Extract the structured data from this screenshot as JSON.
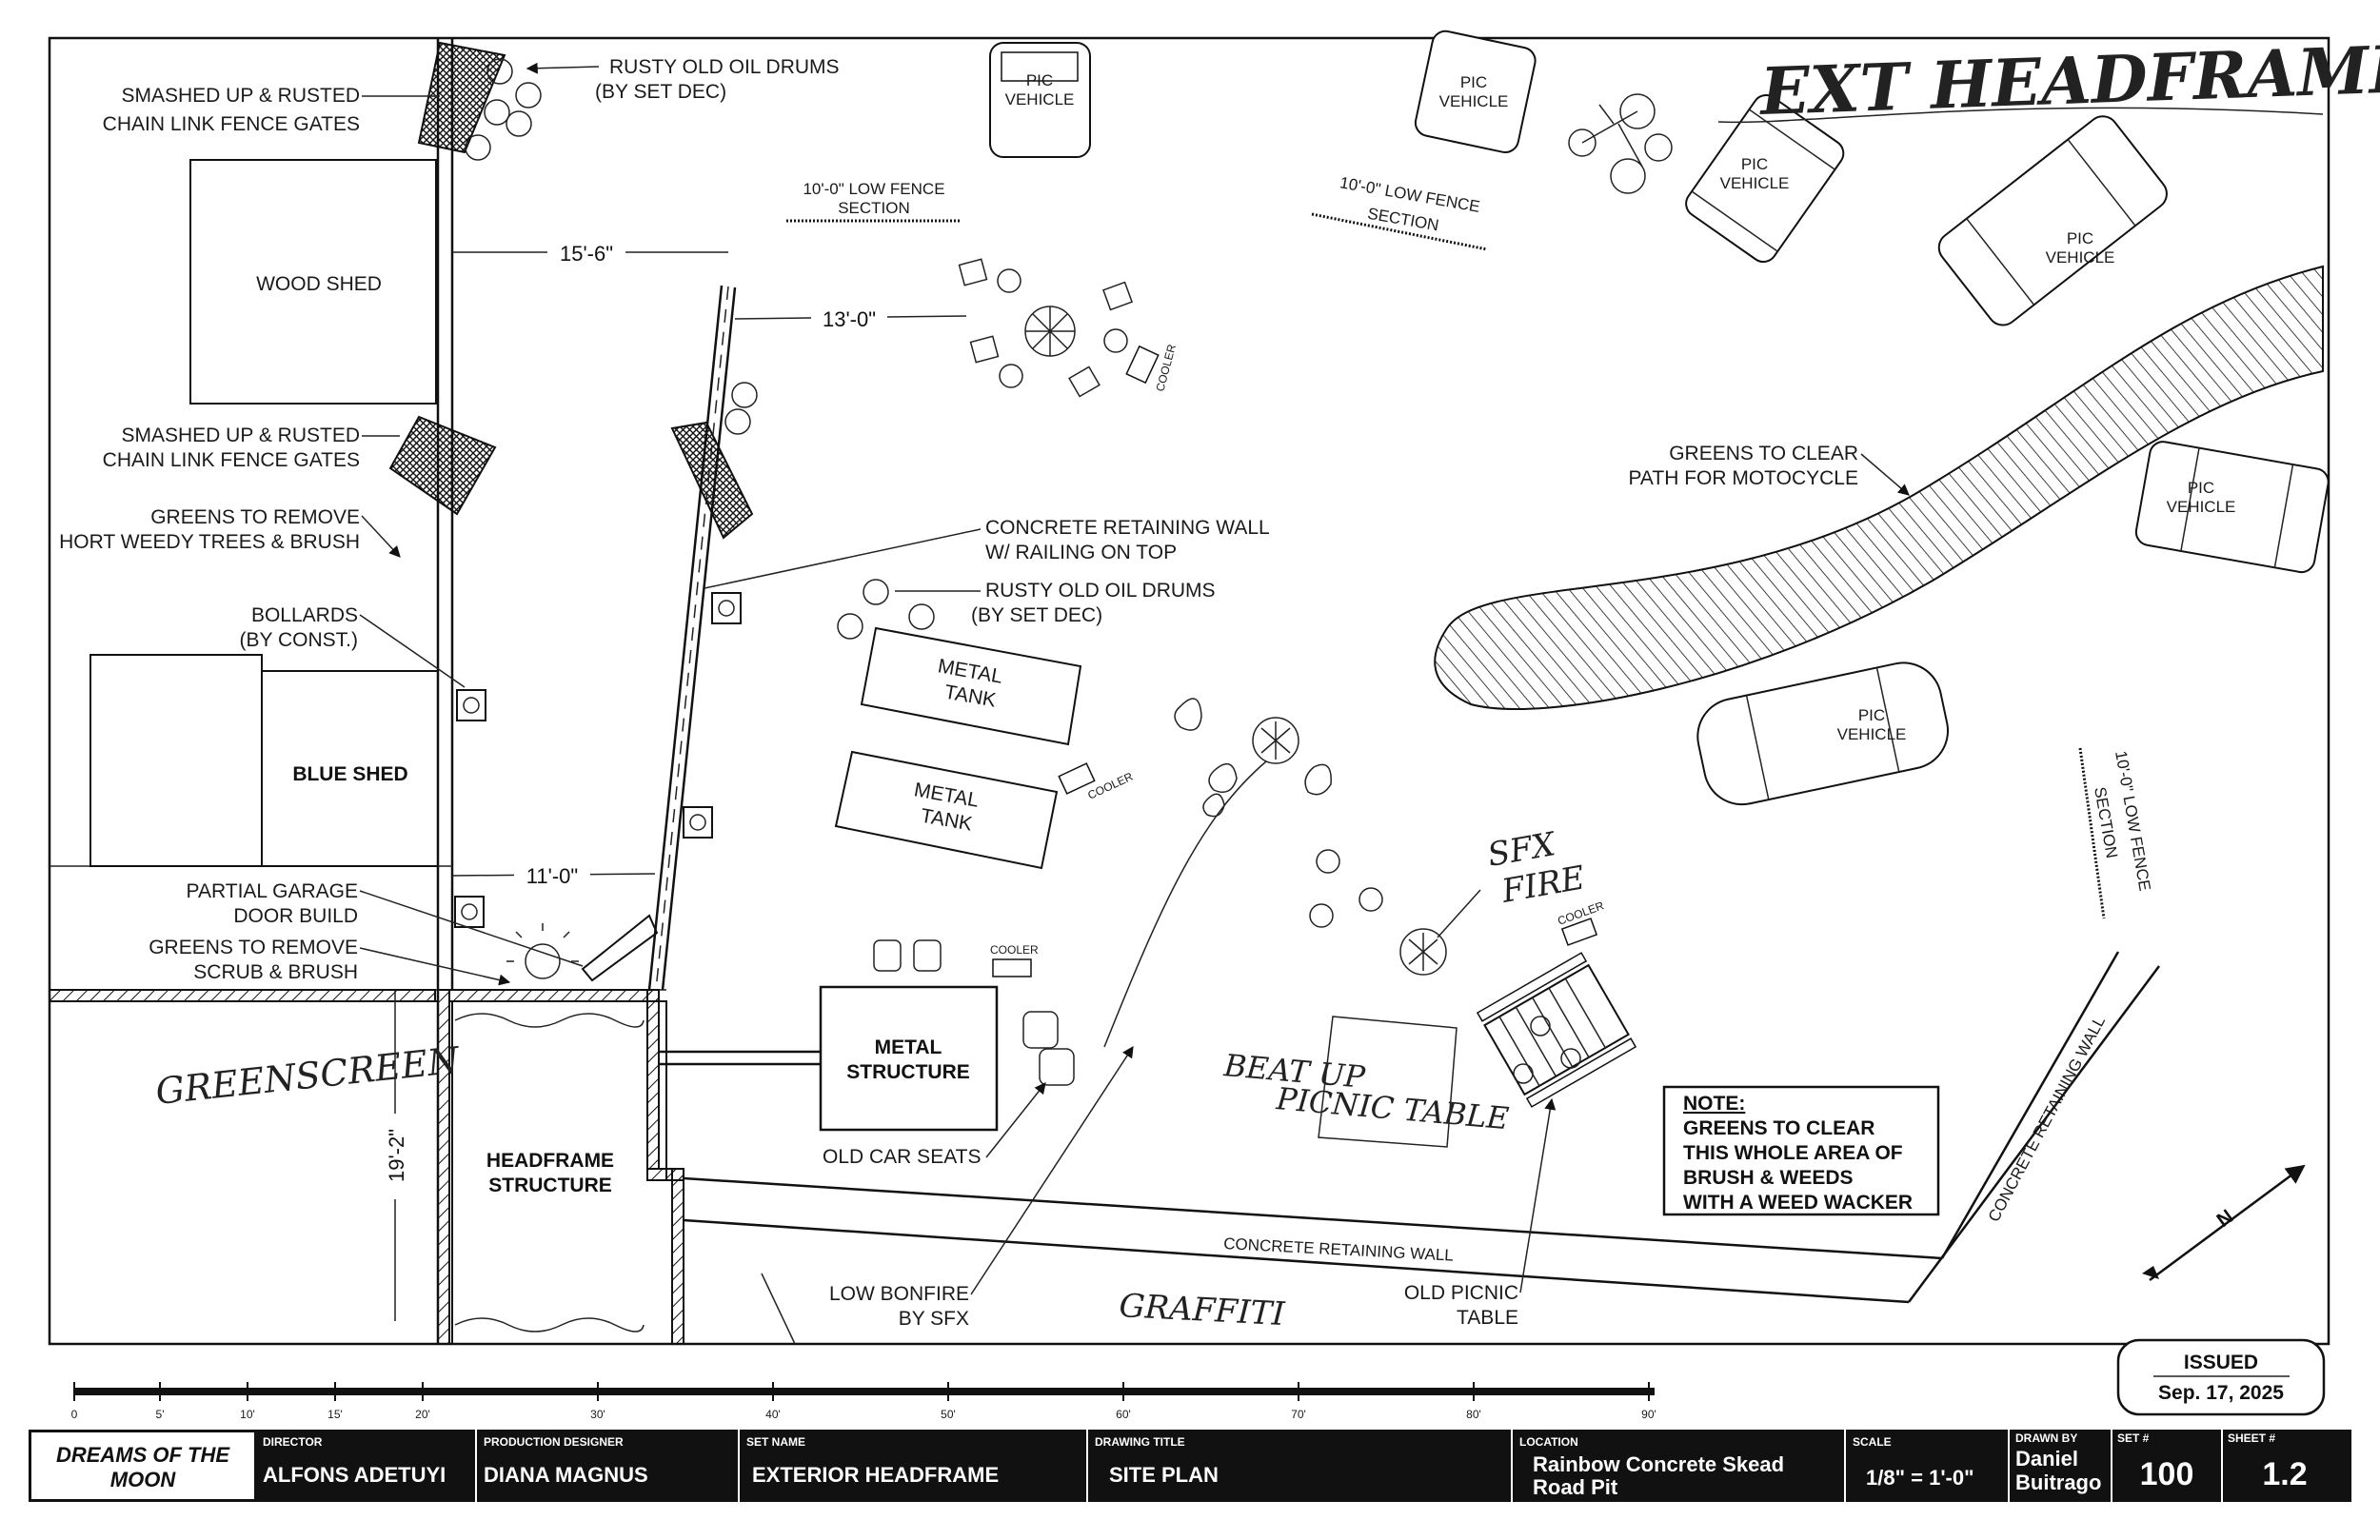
{
  "sheet": {
    "stamp": "EXT HEADFRAME",
    "issued_label": "ISSUED",
    "issued_date": "Sep. 17, 2025"
  },
  "labels": {
    "gates_top": [
      "SMASHED UP & RUSTED",
      "CHAIN LINK FENCE GATES"
    ],
    "drums_top": [
      "RUSTY OLD OIL DRUMS",
      "(BY SET DEC)"
    ],
    "wood_shed": "WOOD SHED",
    "gates_mid": [
      "SMASHED UP & RUSTED",
      "CHAIN LINK FENCE GATES"
    ],
    "greens_remove_top": [
      "GREENS TO REMOVE",
      "HORT WEEDY TREES & BRUSH"
    ],
    "bollards": [
      "BOLLARDS",
      "(BY CONST.)"
    ],
    "blue_shed": "BLUE SHED",
    "partial_garage": [
      "PARTIAL GARAGE",
      "DOOR BUILD"
    ],
    "greens_remove_scrub": [
      "GREENS TO REMOVE",
      "SCRUB & BRUSH"
    ],
    "greenscreen": "GREENSCREEN",
    "headframe": [
      "HEADFRAME",
      "STRUCTURE"
    ],
    "low_fence_1": [
      "10'-0\" LOW FENCE",
      "SECTION"
    ],
    "low_fence_2": [
      "10'-0\" LOW FENCE",
      "SECTION"
    ],
    "low_fence_3": [
      "10'-0\" LOW FENCE",
      "SECTION"
    ],
    "retaining_wall_rail": [
      "CONCRETE RETAINING WALL",
      "W/ RAILING ON TOP"
    ],
    "drums_mid": [
      "RUSTY OLD OIL DRUMS",
      "(BY SET DEC)"
    ],
    "metal_tank_1": [
      "METAL",
      "TANK"
    ],
    "metal_tank_2": [
      "METAL",
      "TANK"
    ],
    "cooler": "COOLER",
    "metal_structure": [
      "METAL",
      "STRUCTURE"
    ],
    "old_car_seats": "OLD CAR SEATS",
    "low_bonfire": [
      "LOW BONFIRE",
      "BY SFX"
    ],
    "graffiti": "GRAFFITI",
    "retaining_wall_bottom": "CONCRETE RETAINING WALL",
    "retaining_wall_right": "CONCRETE RETAINING WALL",
    "old_picnic": [
      "OLD PICNIC",
      "TABLE"
    ],
    "beat_up_picnic": [
      "BEAT UP",
      "PICNIC TABLE"
    ],
    "sfx_fire": [
      "SFX",
      "FIRE"
    ],
    "greens_clear_path": [
      "GREENS TO CLEAR",
      "PATH FOR MOTOCYCLE"
    ],
    "pic_vehicle": [
      "PIC",
      "VEHICLE"
    ],
    "note_title": "NOTE:",
    "note_lines": [
      "GREENS TO CLEAR",
      "THIS WHOLE AREA OF",
      "BRUSH & WEEDS",
      "WITH A WEED WACKER"
    ],
    "north": "N"
  },
  "dimensions": {
    "d1": "15'-6\"",
    "d2": "13'-0\"",
    "d3": "11'-0\"",
    "d4": "19'-2\""
  },
  "scale_bar": {
    "ticks": [
      "0",
      "5'",
      "10'",
      "15'",
      "20'",
      "30'",
      "40'",
      "50'",
      "60'",
      "70'",
      "80'",
      "90'"
    ]
  },
  "title_block": {
    "project": [
      "DREAMS OF THE",
      "MOON"
    ],
    "director_label": "DIRECTOR",
    "director": "ALFONS ADETUYI",
    "designer_label": "PRODUCTION DESIGNER",
    "designer": "DIANA MAGNUS",
    "set_name_label": "SET NAME",
    "set_name": "EXTERIOR HEADFRAME",
    "drawing_title_label": "DRAWING TITLE",
    "drawing_title": "SITE PLAN",
    "location_label": "LOCATION",
    "location": [
      "Rainbow Concrete Skead",
      "Road Pit"
    ],
    "scale_label": "SCALE",
    "scale": "1/8\" = 1'-0\"",
    "drawn_by_label": "DRAWN BY",
    "drawn_by": [
      "Daniel",
      "Buitrago"
    ],
    "set_no_label": "SET #",
    "set_no": "100",
    "sheet_no_label": "SHEET #",
    "sheet_no": "1.2"
  }
}
